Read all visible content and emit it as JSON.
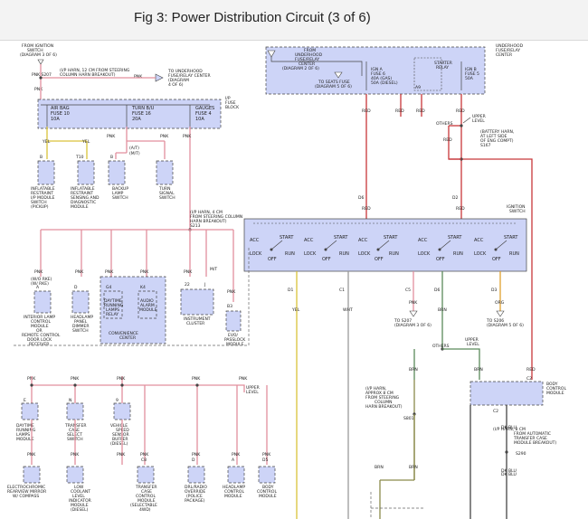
{
  "title": "Fig 3: Power Distribution Circuit (3 of 6)",
  "labels": {
    "from_ign_switch": [
      "FROM IGNITION",
      "SWITCH",
      "(DIAGRAM 3 OF 6)"
    ],
    "pnk_s207": "PNK  S207",
    "ip_harn_12cm": [
      "(I/P HARN, 12 CM FROM STEERING",
      "COLUMN HARN BREAKOUT)"
    ],
    "pnk": "PNK",
    "to_underhood": [
      "TO UNDERHOOD",
      "FUSE/RELAY CENTER",
      "(DIAGRAM",
      "4 OF 6)"
    ],
    "underhood_center": [
      "UNDERHOOD",
      "FUSE/RELAY",
      "CENTER"
    ],
    "from_underhood": [
      "FROM",
      "UNDERHOOD",
      "FUSE/RELAY",
      "CENTER",
      "(DIAGRAM 2 OF 6)"
    ],
    "to_seats_fuse": "TO SEATS FUSE",
    "to_seats_diag": "(DIAGRAM 5 OF 6)",
    "ign_a": [
      "IGN A",
      "FUSE 6",
      "40A (GAS)",
      "50A (DIESEL)"
    ],
    "starter_relay": [
      "STARTER",
      "RELAY"
    ],
    "a9": "A9",
    "ign_b": [
      "IGN B",
      "FUSE 5",
      "50A"
    ],
    "ip_fuse_block": [
      "I/P",
      "FUSE",
      "BLOCK"
    ],
    "air_bag": [
      "AIR BAG",
      "FUSE 10",
      "10A"
    ],
    "turn_bu": [
      "TURN B/U",
      "FUSE 16",
      "20A"
    ],
    "gauges": [
      "GAUGES",
      "FUSE 4",
      "10A"
    ],
    "red": "RED",
    "others": "OTHERS",
    "upper_level": [
      "UPPER",
      "LEVEL"
    ],
    "battery_harn": [
      "(BATTERY HARN,",
      "AT LEFT SIDE",
      "OF ENG COMPT)",
      "S167"
    ],
    "yel": "YEL",
    "at": "(A/T)",
    "mt": "(M/T)",
    "inflatable_ip": [
      "INFLATABLE",
      "RESTRAINT",
      "I/P MODULE",
      "SWITCH",
      "(PICKUP)"
    ],
    "inflatable_sens": [
      "INFLATABLE",
      "RESTRAINT",
      "SENSING AND",
      "DIAGNOSTIC",
      "MODULE"
    ],
    "backup": [
      "BACKUP",
      "LAMP",
      "SWITCH"
    ],
    "turn_signal": [
      "TURN",
      "SIGNAL",
      "SWITCH"
    ],
    "ip_harn_4cm": [
      "(I/P HARN, 4 CM",
      "FROM STEERING COLUMN",
      "HARN BREAKOUT)",
      "S213"
    ],
    "ignition_switch": [
      "IGNITION",
      "SWITCH"
    ],
    "d6": "D6",
    "d1": "D1",
    "d2": "D2",
    "c1": "C1",
    "c5": "C5",
    "d3": "D3",
    "c2": "C2",
    "b3": "B3",
    "d5": "D5",
    "acc": "ACC",
    "lock": "LOCK",
    "start": "START",
    "run": "RUN",
    "off": "OFF",
    "wo_rke": "(W/O RKE)",
    "w_rke": "(W/ RKE)",
    "interior_lamp": [
      "INTERIOR LAMP",
      "CONTROL",
      "MODULE",
      "OR",
      "REMOTE CONTROL",
      "DOOR LOCK",
      "RECEIVER"
    ],
    "headlamp_dimmer": [
      "HEADLAMP",
      "PANEL",
      "DIMMER",
      "SWITCH"
    ],
    "drl_relay": [
      "DAYTIME",
      "RUNNING",
      "LAMPS",
      "RELAY"
    ],
    "audio_alarm": [
      "AUDIO",
      "ALARM",
      "MODULE"
    ],
    "convenience_center": [
      "CONVENIENCE",
      "CENTER"
    ],
    "instrument_cluster": [
      "INSTRUMENT",
      "CLUSTER"
    ],
    "evo": [
      "EVO/",
      "PASSLOCK",
      "MODULE"
    ],
    "mt_label": "M/T",
    "wht": "WHT",
    "to_s207": [
      "TO S207",
      "(DIAGRAM 3 OF 6)"
    ],
    "to_s206": [
      "TO S206",
      "(DIAGRAM 5 OF 6)"
    ],
    "brn": "BRN",
    "org": "ORG",
    "body_control": [
      "BODY",
      "CONTROL",
      "MODULE"
    ],
    "ip_harn_8cm": [
      "(I/P HARN,",
      "APPROX 8 CM",
      "FROM STEERING",
      "COLUMN",
      "HARN BREAKOUT)",
      "S801"
    ],
    "ip_harn_8cm_b": [
      "(I/P HARN, 8 CM",
      "FROM AUTOMATIC",
      "TRANSFER CASE",
      "MODULE BREAKOUT)",
      "S290"
    ],
    "dk_blu": "DK BLU",
    "drl_module": [
      "DAYTIME",
      "RUNNING",
      "LAMPS",
      "MODULE"
    ],
    "transfer_select": [
      "TRANSFER",
      "CASE",
      "SELECT",
      "SWITCH"
    ],
    "vss_buffer": [
      "VEHICLE",
      "SPEED",
      "SENSOR",
      "BUFFER",
      "(DIESEL)"
    ],
    "mirror": [
      "ELECTROCHROMIC",
      "REARVIEW MIRROR",
      "W/ COMPASS"
    ],
    "low_coolant": [
      "LOW",
      "COOLANT",
      "LEVEL",
      "INDICATOR",
      "MODULE",
      "(DIESEL)"
    ],
    "transfer_control": [
      "TRANSFER",
      "CASE",
      "CONTROL",
      "MODULE",
      "(SELECTABLE",
      "4WD)"
    ],
    "drl_radio": [
      "DRL/RADIO",
      "OVERRIDE",
      "(POLICE",
      "PACKAGE)"
    ],
    "headlamp_control": [
      "HEADLAMP",
      "CONTROL",
      "MODULE"
    ],
    "body_control_b": [
      "BODY",
      "CONTROL",
      "MODULE"
    ],
    "pins": {
      "b": "B",
      "d": "D",
      "a": "A",
      "g4": "G4",
      "k4": "K4",
      "e": "E",
      "n": "N",
      "nine": "9",
      "c8": "C8",
      "t10": "T10",
      "twentytwo": "22",
      "j": "J",
      "f": "F",
      "c": "C"
    }
  }
}
